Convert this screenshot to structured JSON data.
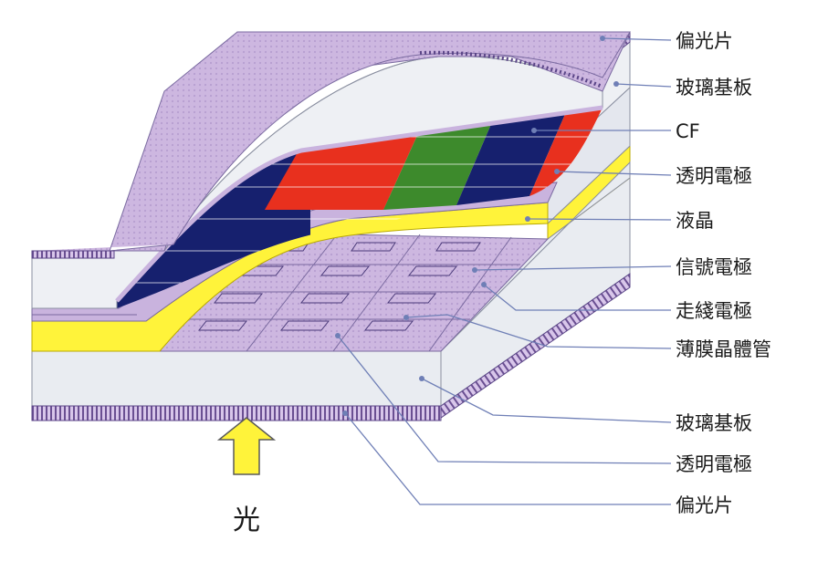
{
  "layers": {
    "polarizer_top": "偏光片",
    "glass_top": "玻璃基板",
    "color_filter": "CF",
    "common_electrode": "透明電極",
    "liquid_crystal": "液晶",
    "signal_electrode": "信號電極",
    "scan_electrode": "走綫電極",
    "tft": "薄膜晶體管",
    "glass_bottom": "玻璃基板",
    "pixel_electrode": "透明電極",
    "polarizer_bottom": "偏光片"
  },
  "light_label": "光",
  "colors": {
    "polarizer": "#c9b3de",
    "glass": "#eef0f4",
    "red": "#e8301e",
    "green": "#3d8a2c",
    "blue": "#16206e",
    "liquid_crystal": "#fff33a",
    "arrow": "#fff33a",
    "callout_line": "#6f7fb6"
  },
  "icons": {
    "light_arrow": "up-arrow-icon"
  }
}
